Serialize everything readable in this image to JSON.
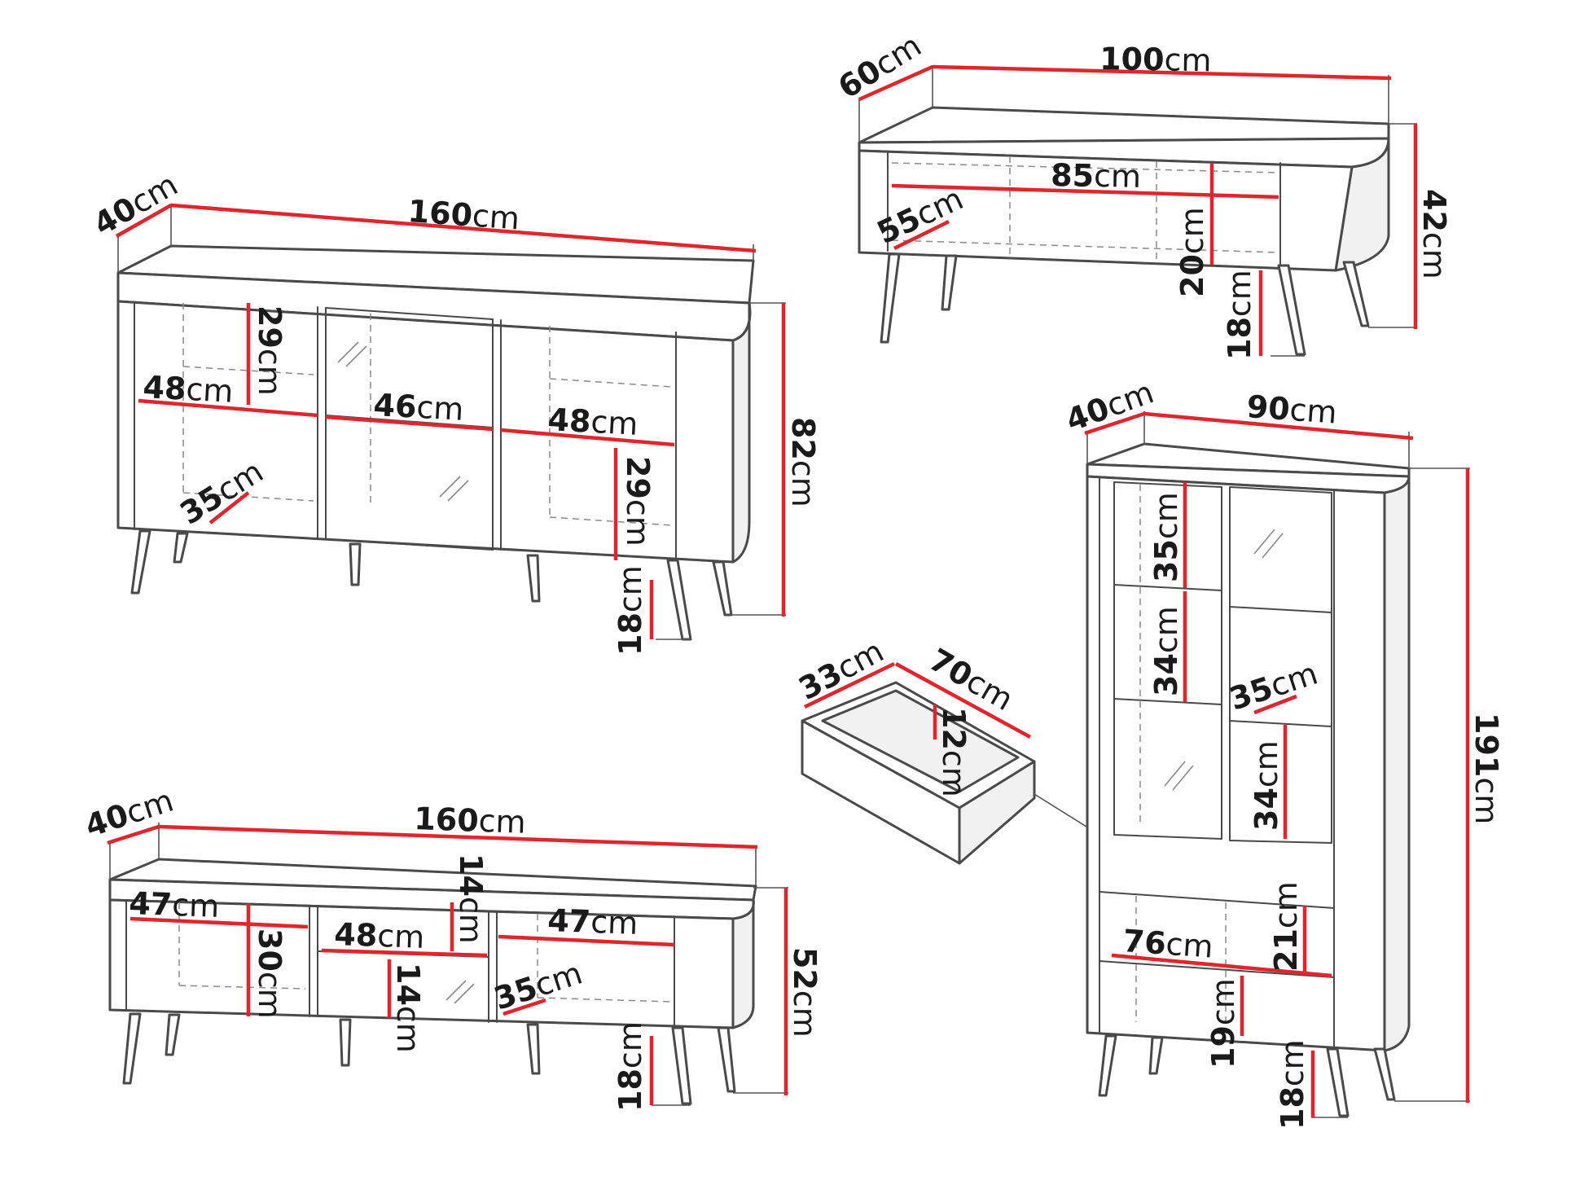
{
  "sideboard": {
    "depth": "40",
    "width": "160",
    "height": "82",
    "left_shelf_height": "29",
    "left_shelf_width": "48",
    "center_shelf_width": "46",
    "right_shelf_width": "48",
    "right_shelf_height": "29",
    "inner_depth": "35",
    "leg_height": "18"
  },
  "tv_stand": {
    "depth": "40",
    "width": "160",
    "height": "52",
    "left_shelf_width": "47",
    "left_shelf_height": "30",
    "center_shelf_width": "48",
    "center_top_height": "14",
    "center_bottom_height": "14",
    "right_shelf_width": "47",
    "inner_depth": "35",
    "leg_height": "18"
  },
  "coffee_table": {
    "depth": "60",
    "width": "100",
    "height": "42",
    "inner_width": "85",
    "inner_depth": "55",
    "inner_height": "20",
    "leg_height": "18"
  },
  "drawer": {
    "depth": "33",
    "width": "70",
    "height": "12"
  },
  "vitrine": {
    "depth": "40",
    "width": "90",
    "height": "191",
    "top_shelf_height": "35",
    "mid_shelf_height": "34",
    "right_inner_depth": "35",
    "right_shelf_height": "34",
    "bottom_width": "76",
    "drawer_zone_height": "21",
    "bottom_shelf_height": "19",
    "leg_height": "18"
  },
  "unit": "cm",
  "colors": {
    "dimension": "#e0262c",
    "outline": "#4a4a4a"
  }
}
